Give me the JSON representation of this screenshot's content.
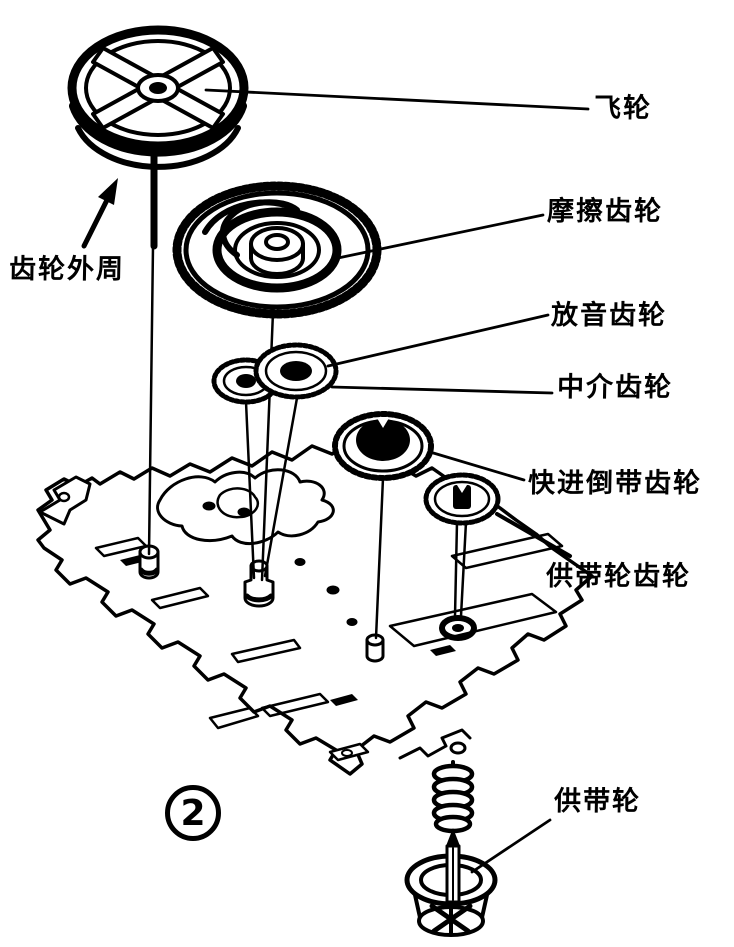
{
  "figure": {
    "type": "exploded-parts-diagram",
    "subject": "cassette mechanism gear train",
    "figure_number": "2",
    "labels": {
      "flywheel": "飞轮",
      "gear_outer_rim": "齿轮外周",
      "friction_gear": "摩擦齿轮",
      "playback_gear": "放音齿轮",
      "intermediate_gear": "中介齿轮",
      "ff_rewind_gear": "快进倒带齿轮",
      "supply_reel_gear": "供带轮齿轮",
      "supply_reel": "供带轮"
    },
    "colors": {
      "ink": "#000000",
      "paper": "#ffffff"
    }
  }
}
